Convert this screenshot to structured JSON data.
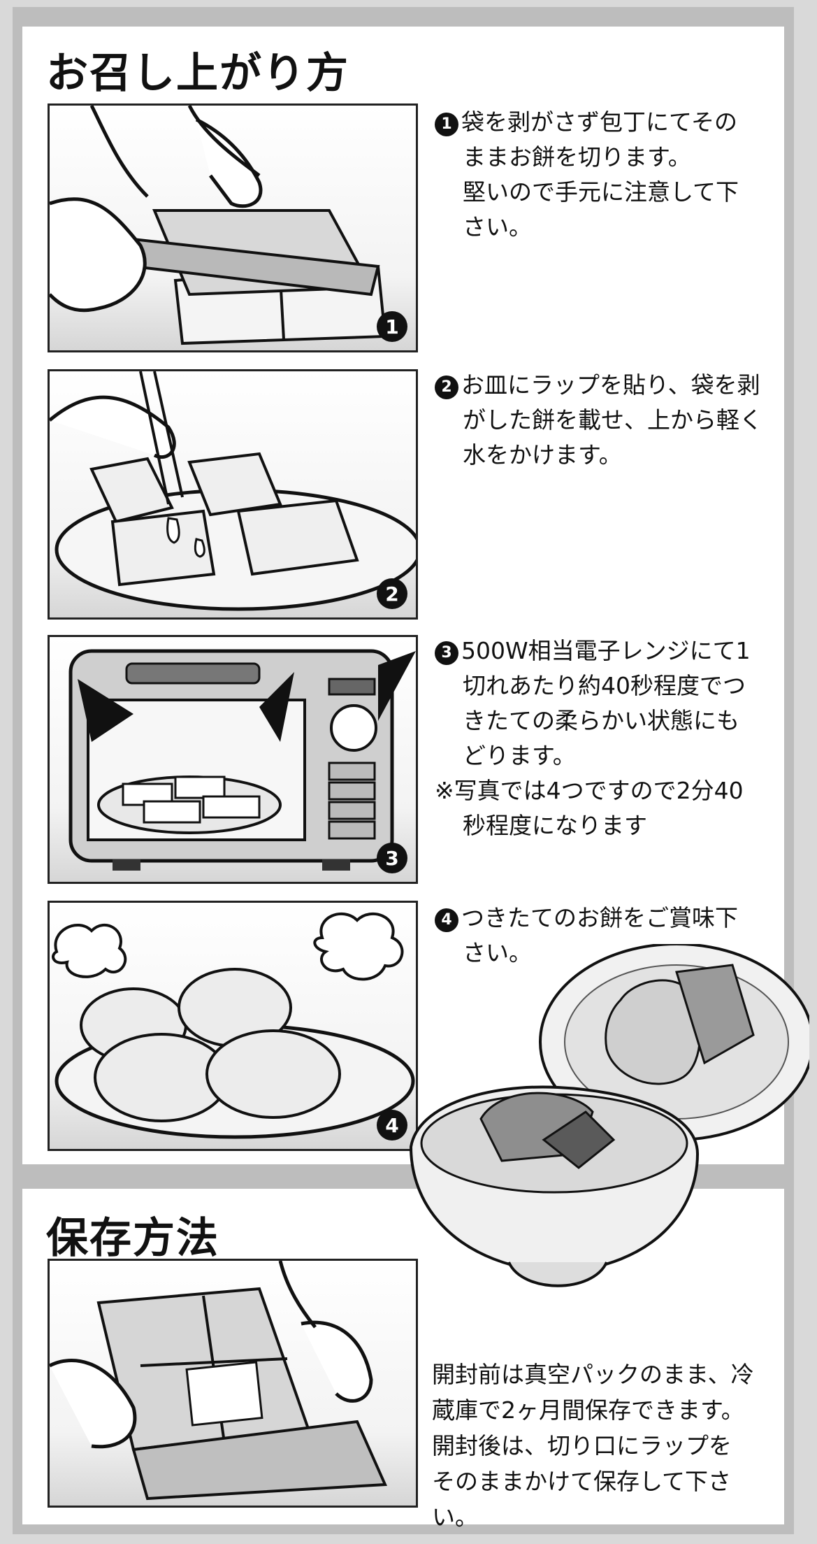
{
  "sections": {
    "serving_title": "お召し上がり方",
    "storage_title": "保存方法"
  },
  "steps": [
    {
      "number": "1",
      "lines": [
        "袋を剥がさず包丁にてその",
        "ままお餅を切ります。",
        "堅いので手元に注意して下",
        "さい。"
      ]
    },
    {
      "number": "2",
      "lines": [
        "お皿にラップを貼り、袋を剥",
        "がした餅を載せ、上から軽く",
        "水をかけます。"
      ]
    },
    {
      "number": "3",
      "lines": [
        "500W相当電子レンジにて1",
        "切れあたり約40秒程度でつ",
        "きたての柔らかい状態にも",
        "どります。"
      ],
      "note_lines": [
        "※写真では4つですので2分40",
        "秒程度になります"
      ]
    },
    {
      "number": "4",
      "lines": [
        "つきたてのお餅をご賞味下",
        "さい。"
      ]
    }
  ],
  "storage": {
    "lines": [
      "開封前は真空パックのまま、冷",
      "蔵庫で2ヶ月間保存できます。",
      "開封後は、切り口にラップを",
      "そのままかけて保存して下さ",
      "い。"
    ]
  }
}
